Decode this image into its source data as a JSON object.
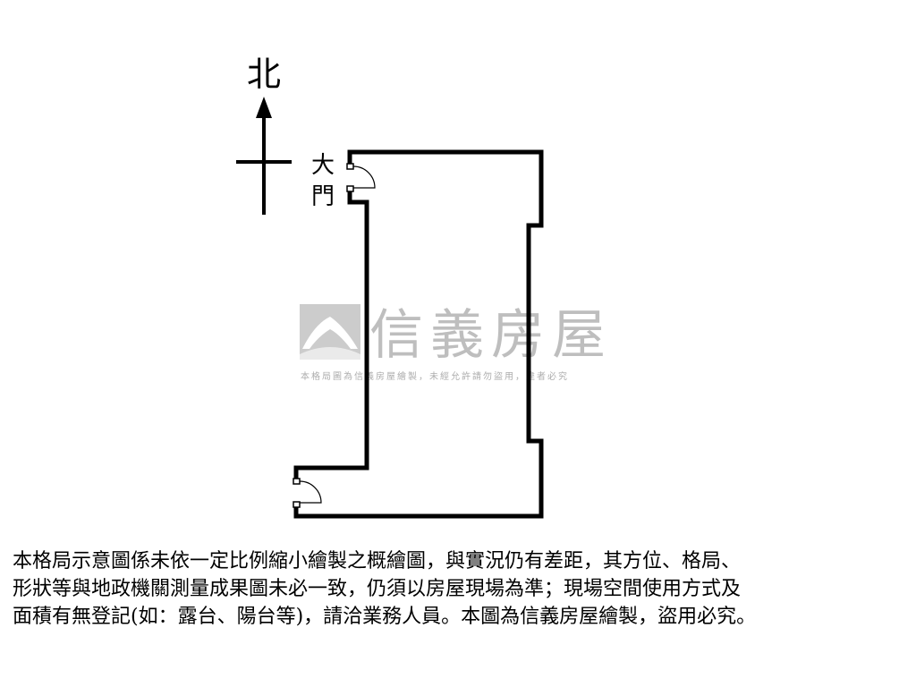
{
  "compass": {
    "label": "北"
  },
  "door": {
    "label_line1": "大",
    "label_line2": "門"
  },
  "watermark": {
    "brand_name": "信義房屋",
    "notice": "本格局圖為信義房屋繪製，未經允許請勿盜用，違者必究",
    "colors": {
      "mark": "#8a8a8a"
    }
  },
  "disclaimer": {
    "line1": "本格局示意圖係未依一定比例縮小繪製之概繪圖，與實況仍有差距，其方位、格局、",
    "line2": "形狀等與地政機關測量成果圖未必一致，仍須以房屋現場為準；現場空間使用方式及",
    "line3": "面積有無登記(如：露台、陽台等)，請洽業務人員。本圖為信義房屋繪製，盜用必究。"
  }
}
